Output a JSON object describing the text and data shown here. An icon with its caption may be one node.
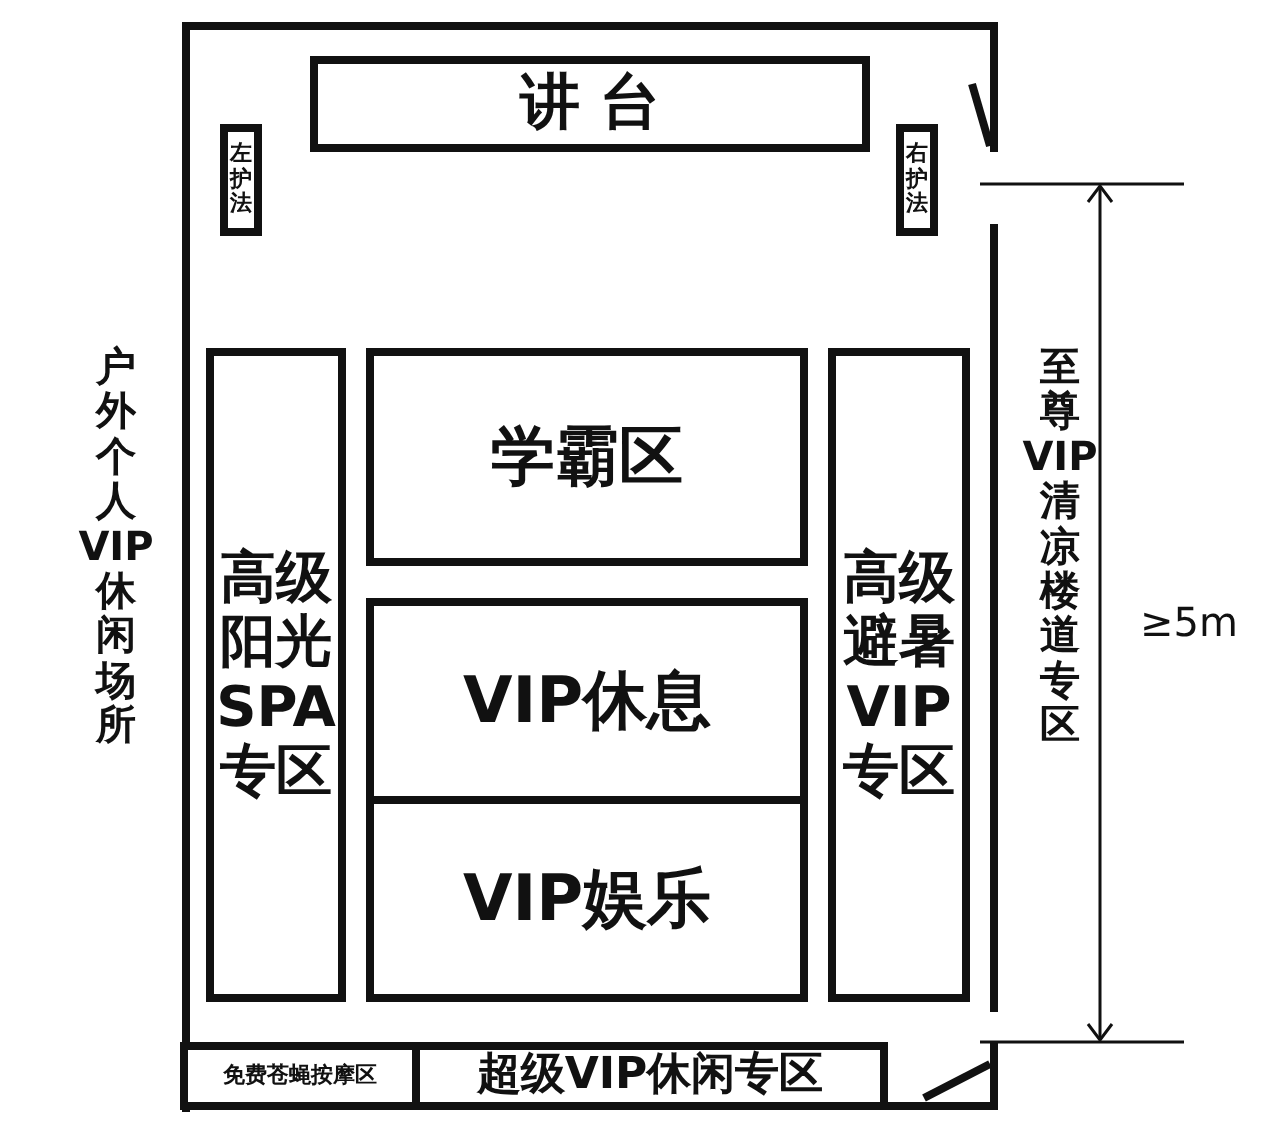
{
  "diagram": {
    "nodes": [
      {
        "text": [
          "讲 台"
        ]
      },
      {
        "text": [
          "左护法"
        ]
      },
      {
        "text": [
          "右护法"
        ]
      },
      {
        "text": [
          "高级阳光SPA专区"
        ]
      },
      {
        "text": [
          "学霸区"
        ]
      },
      {
        "text": [
          "VIP休息"
        ]
      },
      {
        "text": [
          "VIP娱乐"
        ]
      },
      {
        "text": [
          "高级避暑VIP专区"
        ]
      },
      {
        "text": [
          "免费苍蝇按摩区"
        ]
      },
      {
        "text": [
          "超级VIP休闲专区"
        ]
      }
    ],
    "labels": [
      "户外个人VIP休闲场所",
      "至尊VIP清凉楼道专区",
      "≥5m"
    ]
  }
}
